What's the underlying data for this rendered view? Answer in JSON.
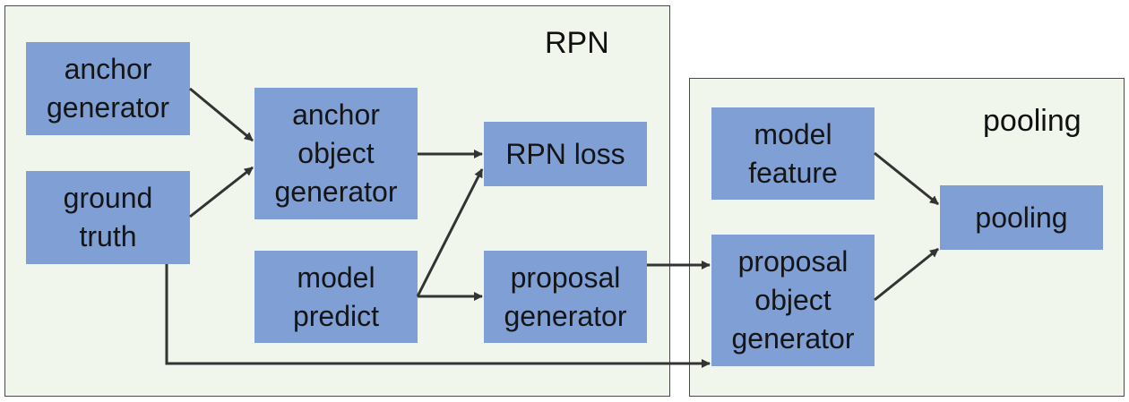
{
  "groups": {
    "rpn": {
      "title": "RPN"
    },
    "pooling": {
      "title": "pooling"
    }
  },
  "nodes": {
    "anchor_generator": {
      "lines": [
        "anchor",
        "generator"
      ]
    },
    "ground_truth": {
      "lines": [
        "ground",
        "truth"
      ]
    },
    "anchor_object_generator": {
      "lines": [
        "anchor",
        "object",
        "generator"
      ]
    },
    "rpn_loss": {
      "lines": [
        "RPN loss"
      ]
    },
    "model_predict": {
      "lines": [
        "model",
        "predict"
      ]
    },
    "proposal_generator": {
      "lines": [
        "proposal",
        "generator"
      ]
    },
    "model_feature": {
      "lines": [
        "model",
        "feature"
      ]
    },
    "proposal_object_generator": {
      "lines": [
        "proposal",
        "object",
        "generator"
      ]
    },
    "pooling": {
      "lines": [
        "pooling"
      ]
    }
  },
  "edges": [
    {
      "from": "anchor generator",
      "to": "anchor object generator"
    },
    {
      "from": "ground truth",
      "to": "anchor object generator"
    },
    {
      "from": "anchor object generator",
      "to": "RPN loss"
    },
    {
      "from": "model predict",
      "to": "RPN loss"
    },
    {
      "from": "model predict",
      "to": "proposal generator"
    },
    {
      "from": "proposal generator",
      "to": "proposal object generator"
    },
    {
      "from": "ground truth",
      "to": "proposal object generator"
    },
    {
      "from": "model feature",
      "to": "pooling"
    },
    {
      "from": "proposal object generator",
      "to": "pooling"
    }
  ],
  "colors": {
    "node_fill": "#7f9fd5",
    "group_fill": "#f1f6ed",
    "arrow": "#333333"
  }
}
